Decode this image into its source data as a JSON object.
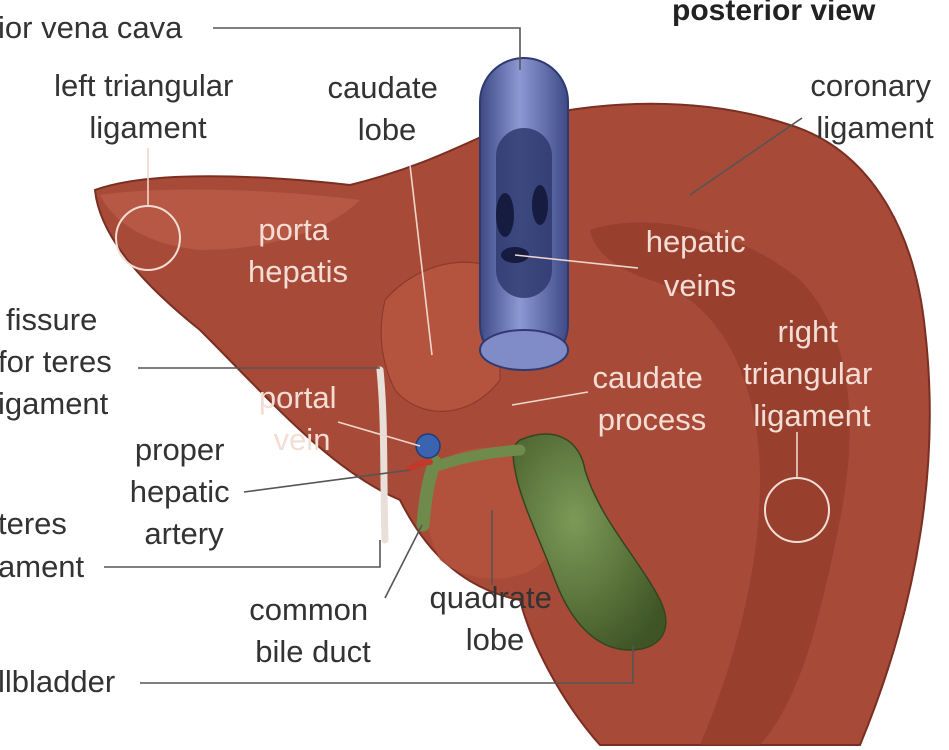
{
  "diagram": {
    "title": "posterior view",
    "colors": {
      "liver": "#a84a38",
      "liver_dark": "#7a2f22",
      "liver_light": "#c2634e",
      "vena_cava": "#6b78b8",
      "vena_cava_dark": "#3e4a86",
      "gallbladder": "#5f7a3f",
      "gallbladder_dark": "#3f5526",
      "portal_vein": "#3a63b0",
      "artery": "#c0392b"
    },
    "labels": {
      "inferior_vena_cava": "ior vena cava",
      "left_triangular_ligament": [
        "left triangular",
        "ligament"
      ],
      "caudate_lobe": [
        "caudate",
        "lobe"
      ],
      "coronary_ligament": [
        "coronary",
        "ligament"
      ],
      "porta_hepatis": [
        "porta",
        "hepatis"
      ],
      "hepatic_veins": [
        "hepatic",
        "veins"
      ],
      "fissure_for_teres_ligament": [
        "fissure",
        "for teres",
        "igament"
      ],
      "right_triangular_ligament": [
        "right",
        "triangular",
        "ligament"
      ],
      "caudate_process": [
        "caudate",
        "process"
      ],
      "portal_vein": [
        "portal",
        "vein"
      ],
      "proper_hepatic_artery": [
        "proper",
        "hepatic",
        "artery"
      ],
      "teres_ligament": [
        "teres",
        "ament"
      ],
      "common_bile_duct": [
        "common",
        "bile duct"
      ],
      "quadrate_lobe": [
        "quadrate",
        "lobe"
      ],
      "gallbladder": "llbladder"
    }
  }
}
